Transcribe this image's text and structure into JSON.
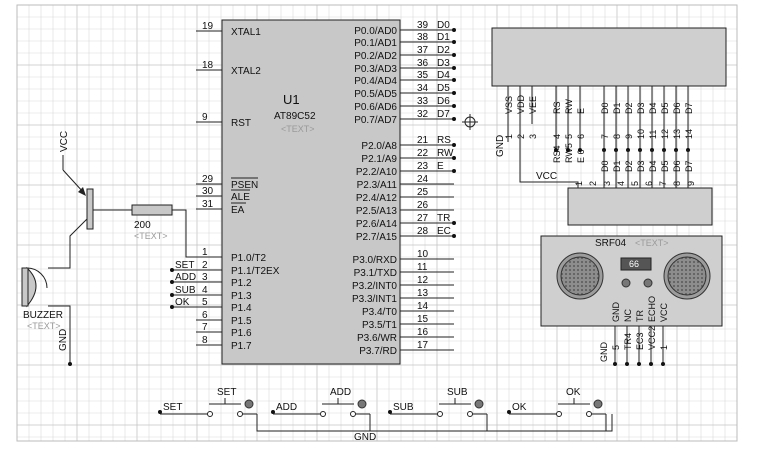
{
  "mcu": {
    "ref": "U1",
    "part": "AT89C52",
    "text_tag": "<TEXT>",
    "left_pins": [
      {
        "num": "19",
        "name": "XTAL1"
      },
      {
        "num": "18",
        "name": "XTAL2"
      },
      {
        "num": "9",
        "name": "RST"
      },
      {
        "num": "29",
        "name": "PSEN"
      },
      {
        "num": "30",
        "name": "ALE"
      },
      {
        "num": "31",
        "name": "EA"
      },
      {
        "num": "1",
        "name": "P1.0/T2"
      },
      {
        "num": "2",
        "name": "P1.1/T2EX"
      },
      {
        "num": "3",
        "name": "P1.2"
      },
      {
        "num": "4",
        "name": "P1.3"
      },
      {
        "num": "5",
        "name": "P1.4"
      },
      {
        "num": "6",
        "name": "P1.5"
      },
      {
        "num": "7",
        "name": "P1.6"
      },
      {
        "num": "8",
        "name": "P1.7"
      }
    ],
    "right_pins": [
      {
        "num": "39",
        "name": "P0.0/AD0",
        "net": "D0"
      },
      {
        "num": "38",
        "name": "P0.1/AD1",
        "net": "D1"
      },
      {
        "num": "37",
        "name": "P0.2/AD2",
        "net": "D2"
      },
      {
        "num": "36",
        "name": "P0.3/AD3",
        "net": "D3"
      },
      {
        "num": "35",
        "name": "P0.4/AD4",
        "net": "D4"
      },
      {
        "num": "34",
        "name": "P0.5/AD5",
        "net": "D5"
      },
      {
        "num": "33",
        "name": "P0.6/AD6",
        "net": "D6"
      },
      {
        "num": "32",
        "name": "P0.7/AD7",
        "net": "D7"
      },
      {
        "num": "21",
        "name": "P2.0/A8",
        "net": "RS"
      },
      {
        "num": "22",
        "name": "P2.1/A9",
        "net": "RW"
      },
      {
        "num": "23",
        "name": "P2.2/A10",
        "net": "E"
      },
      {
        "num": "24",
        "name": "P2.3/A11",
        "net": ""
      },
      {
        "num": "25",
        "name": "P2.4/A12",
        "net": ""
      },
      {
        "num": "26",
        "name": "P2.5/A13",
        "net": ""
      },
      {
        "num": "27",
        "name": "P2.6/A14",
        "net": "TR"
      },
      {
        "num": "28",
        "name": "P2.7/A15",
        "net": "EC"
      },
      {
        "num": "10",
        "name": "P3.0/RXD",
        "net": ""
      },
      {
        "num": "11",
        "name": "P3.1/TXD",
        "net": ""
      },
      {
        "num": "12",
        "name": "P3.2/INT0",
        "net": ""
      },
      {
        "num": "13",
        "name": "P3.3/INT1",
        "net": ""
      },
      {
        "num": "14",
        "name": "P3.4/T0",
        "net": ""
      },
      {
        "num": "15",
        "name": "P3.5/T1",
        "net": ""
      },
      {
        "num": "16",
        "name": "P3.6/WR",
        "net": ""
      },
      {
        "num": "17",
        "name": "P3.7/RD",
        "net": ""
      }
    ],
    "port1_nets": [
      "SET",
      "ADD",
      "SUB",
      "OK"
    ]
  },
  "buzzer": {
    "ref": "BUZZER",
    "text_tag": "<TEXT>",
    "vcc": "VCC",
    "gnd": "GND"
  },
  "resistor": {
    "value": "200",
    "text_tag": "<TEXT>"
  },
  "lcd": {
    "pins": [
      "VSS",
      "VDD",
      "VEE",
      "RS",
      "RW",
      "E",
      "D0",
      "D1",
      "D2",
      "D3",
      "D4",
      "D5",
      "D6",
      "D7"
    ],
    "pin_nums": [
      "1",
      "2",
      "3",
      "4",
      "5",
      "6",
      "7",
      "8",
      "9",
      "10",
      "11",
      "12",
      "13",
      "14"
    ],
    "gnd": "GND",
    "vcc": "VCC",
    "wire_labels": [
      "RS4",
      "RW5",
      "E 6",
      "D0",
      "D1",
      "D2",
      "D3",
      "D4",
      "D5",
      "D6",
      "D7"
    ]
  },
  "header": {
    "pins": [
      "1",
      "2",
      "3",
      "4",
      "5",
      "6",
      "7",
      "8",
      "9"
    ]
  },
  "srf04": {
    "ref": "SRF04",
    "text_tag": "<TEXT>",
    "reading": "66",
    "pins": [
      "GND",
      "NC",
      "TR",
      "ECHO",
      "VCC"
    ],
    "wire_labels": [
      "GND",
      "5",
      "TR4",
      "EC3",
      "VCC2",
      "1"
    ]
  },
  "buttons": [
    {
      "label": "SET",
      "net": "SET"
    },
    {
      "label": "ADD",
      "net": "ADD"
    },
    {
      "label": "SUB",
      "net": "SUB"
    },
    {
      "label": "OK",
      "net": "OK"
    }
  ],
  "gnd_label": "GND",
  "colors": {
    "chip_fill": "#c8c8c8",
    "grid": "#d9d9d9",
    "wire": "#222222",
    "lcd_fill": "#cfcfcf"
  }
}
